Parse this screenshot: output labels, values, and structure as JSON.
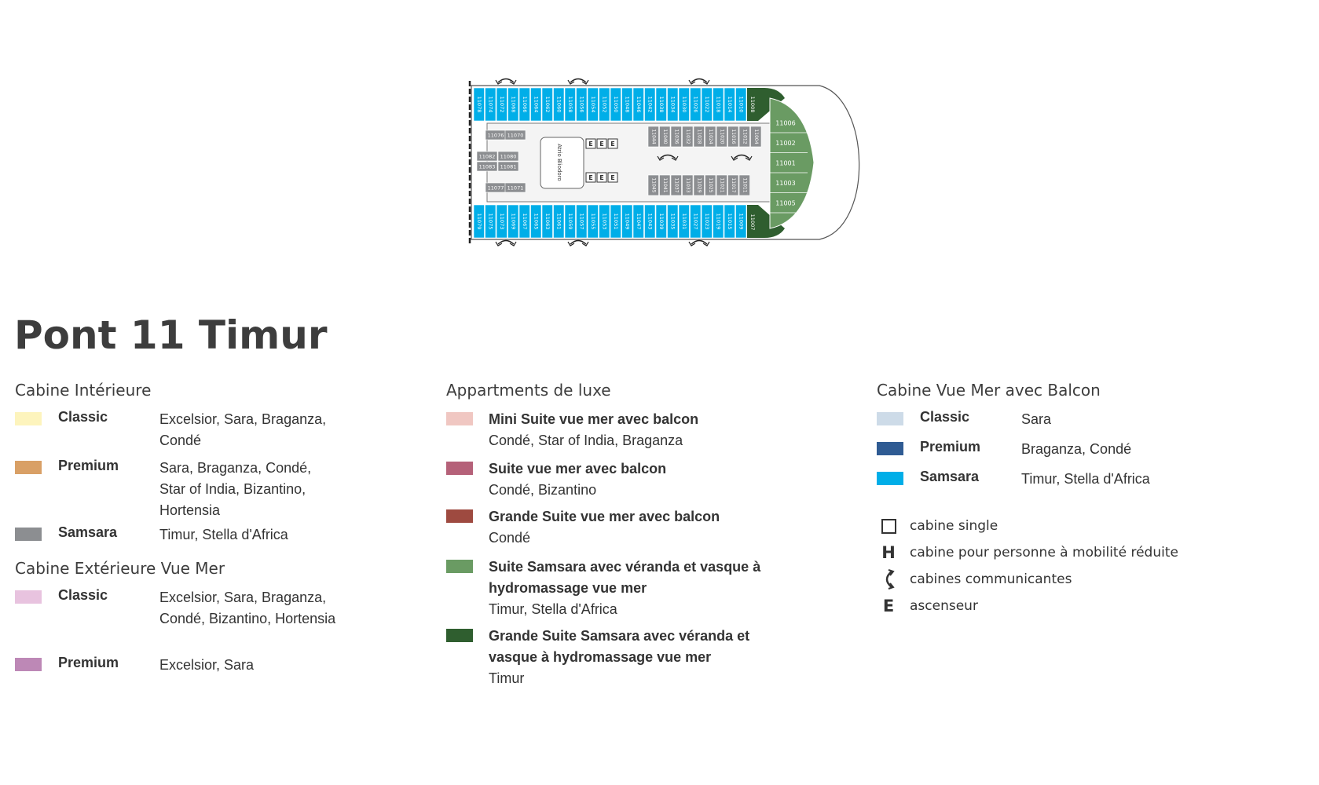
{
  "page": {
    "title": "Pont 11 Timur"
  },
  "deck": {
    "top_row": [
      "11078",
      "11074",
      "11072",
      "11068",
      "11066",
      "11064",
      "11062",
      "11060",
      "11058",
      "11056",
      "11054",
      "11052",
      "11050",
      "11048",
      "11046",
      "11042",
      "11038",
      "11034",
      "11030",
      "11026",
      "11022",
      "11018",
      "11014",
      "11010"
    ],
    "top_corner": "11008",
    "bottom_row": [
      "11079",
      "11075",
      "11073",
      "11069",
      "11067",
      "11065",
      "11063",
      "11061",
      "11059",
      "11057",
      "11055",
      "11053",
      "11051",
      "11049",
      "11047",
      "11043",
      "11039",
      "11035",
      "11031",
      "11027",
      "11023",
      "11019",
      "11015",
      "11009"
    ],
    "bottom_corner": "11007",
    "front_suites": [
      "11006",
      "11002",
      "11001",
      "11003",
      "11005"
    ],
    "inner_top": [
      "11044",
      "11040",
      "11036",
      "11032",
      "11028",
      "11024",
      "11020",
      "11016",
      "11012",
      "11004"
    ],
    "inner_bottom": [
      "11045",
      "11041",
      "11037",
      "11033",
      "11029",
      "11025",
      "11021",
      "11017",
      "11011"
    ],
    "aft_blocks": [
      "11076",
      "11070",
      "11082",
      "11080",
      "11083",
      "11081",
      "11077",
      "11071"
    ],
    "lounge_label": "Atrio Bliodoro",
    "elevator_label": "E"
  },
  "legend": {
    "interior": {
      "title": "Cabine Intérieure",
      "items": [
        {
          "name": "Classic",
          "ships": "Excelsior, Sara, Braganza, Condé",
          "color": "#fdf4bd"
        },
        {
          "name": "Premium",
          "ships": "Sara, Braganza, Condé, Star of India, Bizantino, Hortensia",
          "color": "#d9a066"
        },
        {
          "name": "Samsara",
          "ships": "Timur, Stella d'Africa",
          "color": "#8c8e91"
        }
      ]
    },
    "exterior": {
      "title": "Cabine Extérieure Vue Mer",
      "items": [
        {
          "name": "Classic",
          "ships": "Excelsior, Sara, Braganza, Condé, Bizantino, Hortensia",
          "color": "#e8c3df"
        },
        {
          "name": "Premium",
          "ships": "Excelsior, Sara",
          "color": "#bd88b6"
        }
      ]
    },
    "luxury": {
      "title": "Appartments de luxe",
      "items": [
        {
          "name": "Mini Suite vue mer avec balcon",
          "ships": "Condé, Star of India, Braganza",
          "color": "#f0c7c2"
        },
        {
          "name": "Suite vue mer avec balcon",
          "ships": "Condé, Bizantino",
          "color": "#b56179"
        },
        {
          "name": "Grande Suite vue mer avec balcon",
          "ships": "Condé",
          "color": "#9e4a40"
        },
        {
          "name": "Suite Samsara avec véranda et vasque à hydromassage vue mer",
          "ships": "Timur, Stella d'Africa",
          "color": "#6a9b63"
        },
        {
          "name": "Grande Suite Samsara avec véranda et vasque à hydromassage vue mer",
          "ships": "Timur",
          "color": "#2f5e2f"
        }
      ]
    },
    "balcony": {
      "title": "Cabine Vue Mer avec Balcon",
      "items": [
        {
          "name": "Classic",
          "ships": "Sara",
          "color": "#cddbe8"
        },
        {
          "name": "Premium",
          "ships": "Braganza, Condé",
          "color": "#2f5b93"
        },
        {
          "name": "Samsara",
          "ships": "Timur, Stella d'Africa",
          "color": "#00aee8"
        }
      ]
    },
    "symbols": [
      {
        "glyph": "square-icon",
        "text": "cabine single"
      },
      {
        "glyph": "H",
        "text": "cabine pour personne à mobilité réduite"
      },
      {
        "glyph": "connecting-icon",
        "text": "cabines communicantes"
      },
      {
        "glyph": "E",
        "text": "ascenseur"
      }
    ]
  }
}
